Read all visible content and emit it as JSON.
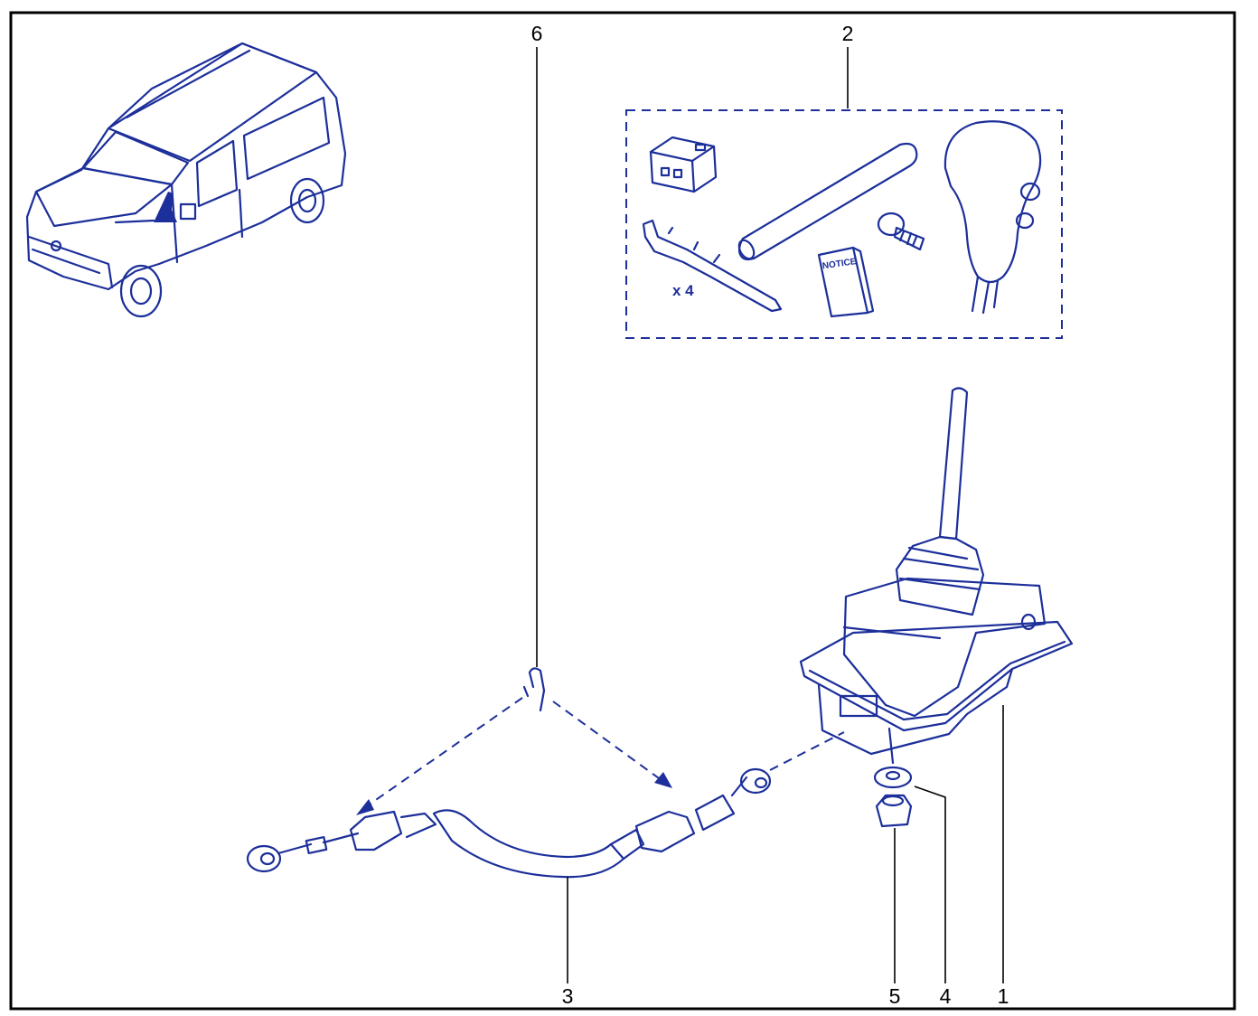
{
  "callouts": {
    "c1": "1",
    "c2": "2",
    "c3": "3",
    "c4": "4",
    "c5": "5",
    "c6": "6"
  },
  "kit": {
    "quantity_label": "x 4",
    "notice_label": "NOTICE"
  },
  "colors": {
    "ink": "#1c2f9a",
    "frame": "#000000",
    "background": "#ffffff"
  }
}
